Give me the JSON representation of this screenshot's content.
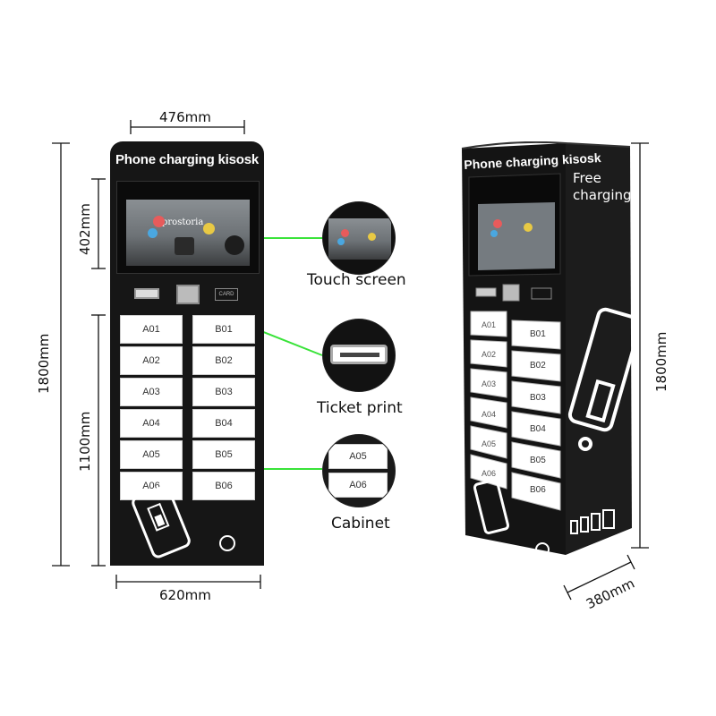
{
  "dimensions": {
    "front_width_top": "476mm",
    "front_height_total": "1800mm",
    "screen_height": "402mm",
    "cabinet_height": "1100mm",
    "front_width_bottom": "620mm",
    "side_height": "1800mm",
    "side_depth": "380mm"
  },
  "kiosk": {
    "title": "Phone charging kisosk",
    "side_text": "Free charging",
    "screen_brand": "prostoria",
    "card_label": "CARD",
    "doors_left": [
      "A01",
      "A02",
      "A03",
      "A04",
      "A05",
      "A06"
    ],
    "doors_right": [
      "B01",
      "B02",
      "B03",
      "B04",
      "B05",
      "B06"
    ]
  },
  "callouts": {
    "touch_screen": "Touch screen",
    "ticket_print": "Ticket print",
    "cabinet": "Cabinet",
    "cabinet_doors": [
      "A05",
      "A06"
    ]
  },
  "colors": {
    "kiosk_body": "#161616",
    "arrow": "#39e339"
  }
}
